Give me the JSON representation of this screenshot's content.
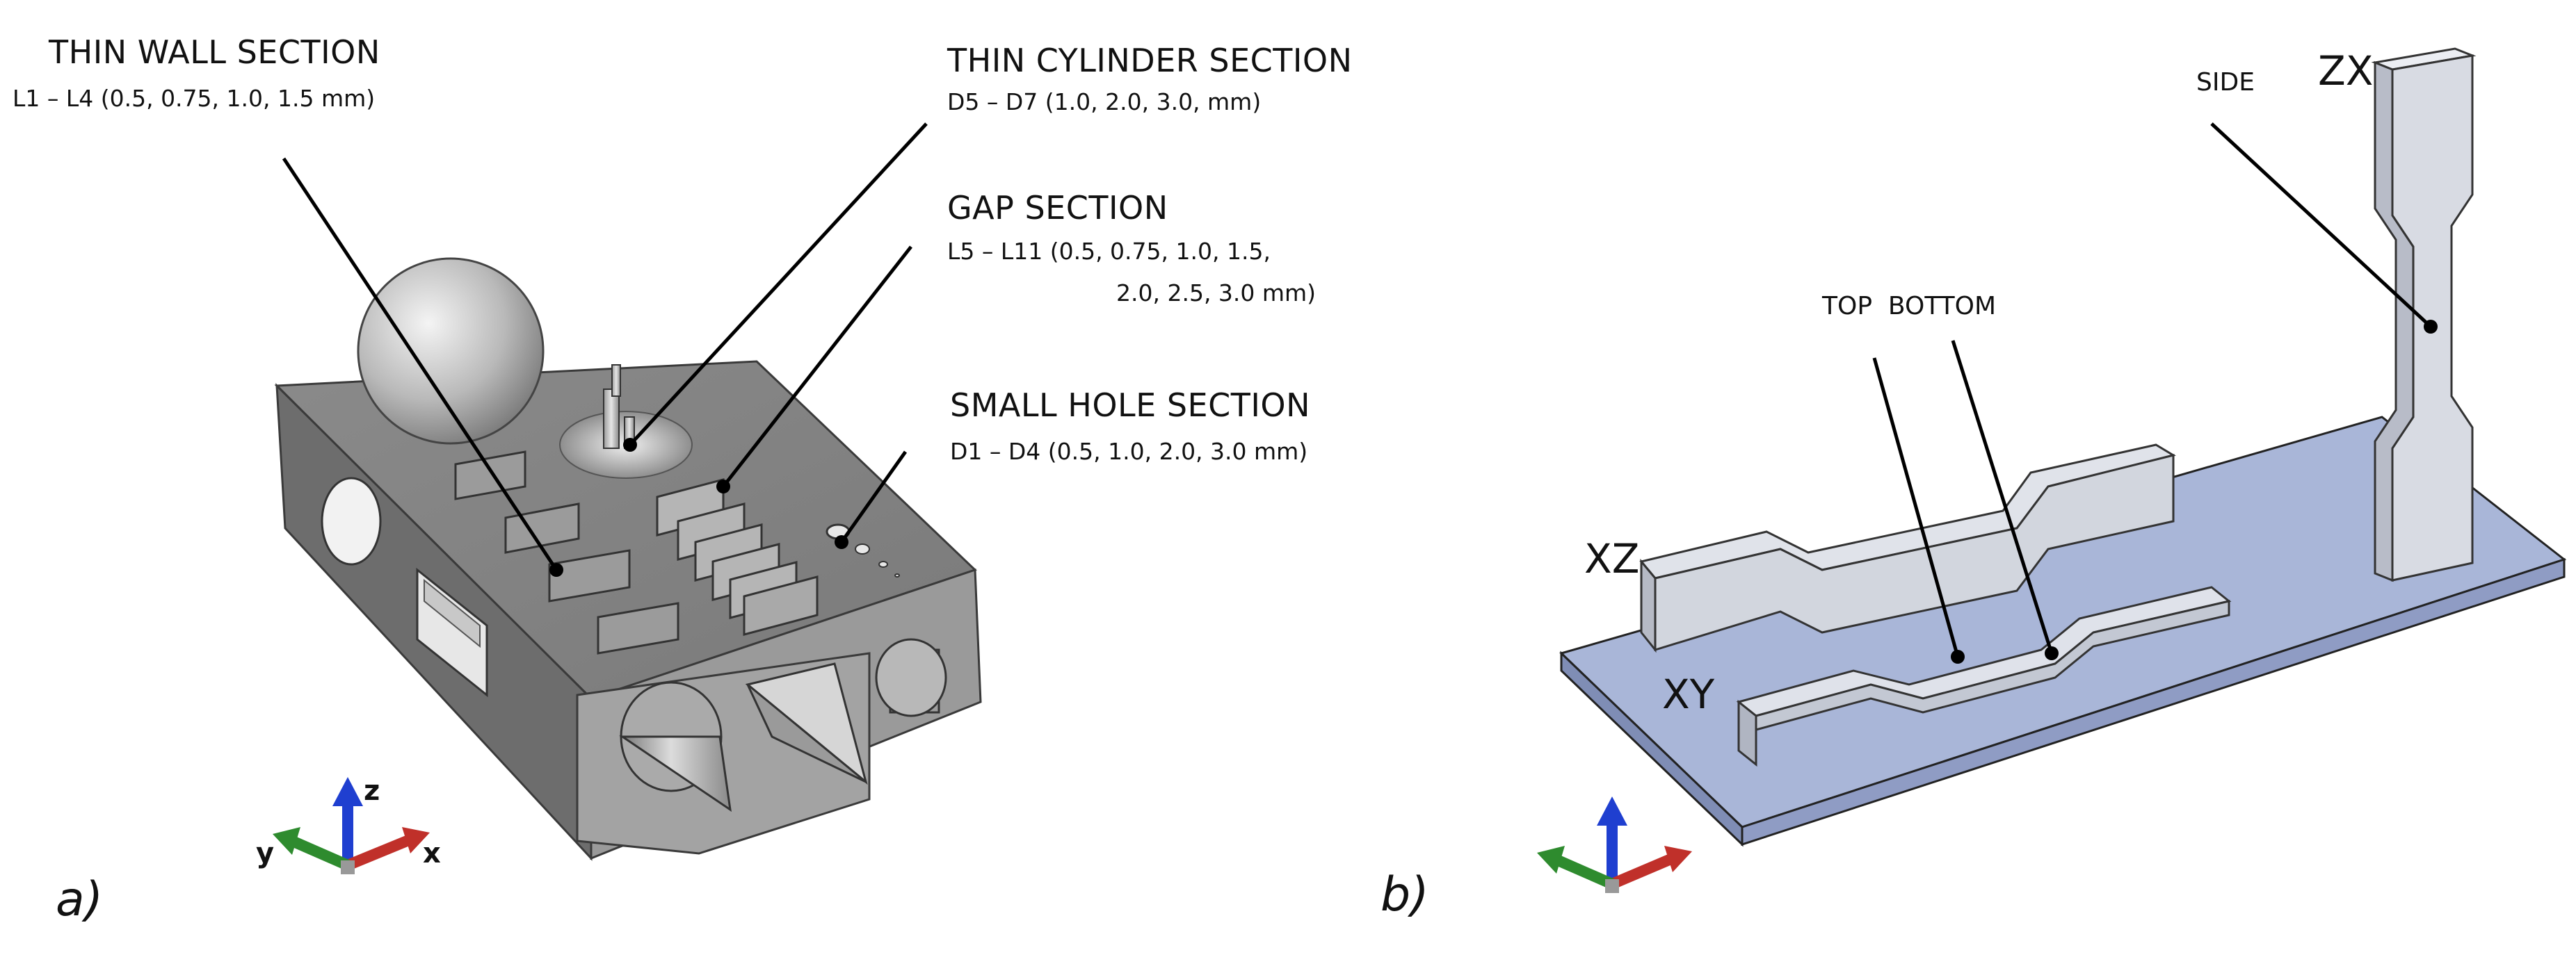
{
  "panel_a": {
    "letter": "a)",
    "thin_wall": {
      "title": "THIN WALL SECTION",
      "detail": "L1 – L4 (0.5, 0.75, 1.0, 1.5 mm)"
    },
    "thin_cylinder": {
      "title": "THIN CYLINDER SECTION",
      "detail": "D5 – D7 (1.0, 2.0, 3.0,  mm)"
    },
    "gap": {
      "title": "GAP SECTION",
      "detail_line1": "L5 – L11 (0.5, 0.75, 1.0, 1.5,",
      "detail_line2": "2.0, 2.5, 3.0 mm)"
    },
    "small_hole": {
      "title": "SMALL HOLE SECTION",
      "detail": "D1 – D4 (0.5, 1.0, 2.0, 3.0 mm)"
    },
    "axes": {
      "z": "z",
      "y": "y",
      "x": "x"
    }
  },
  "panel_b": {
    "letter": "b)",
    "side": "SIDE",
    "zx": "ZX",
    "top_bottom": "TOP  BOTTOM",
    "xz": "XZ",
    "xy": "XY"
  },
  "colors": {
    "part_gray": "#8e8e8e",
    "plate_blue": "#a9b6d8",
    "specimen_glass": "#d2d6de",
    "axis_x": "#c0302a",
    "axis_y": "#2e8b2e",
    "axis_z": "#1f3fd0"
  }
}
